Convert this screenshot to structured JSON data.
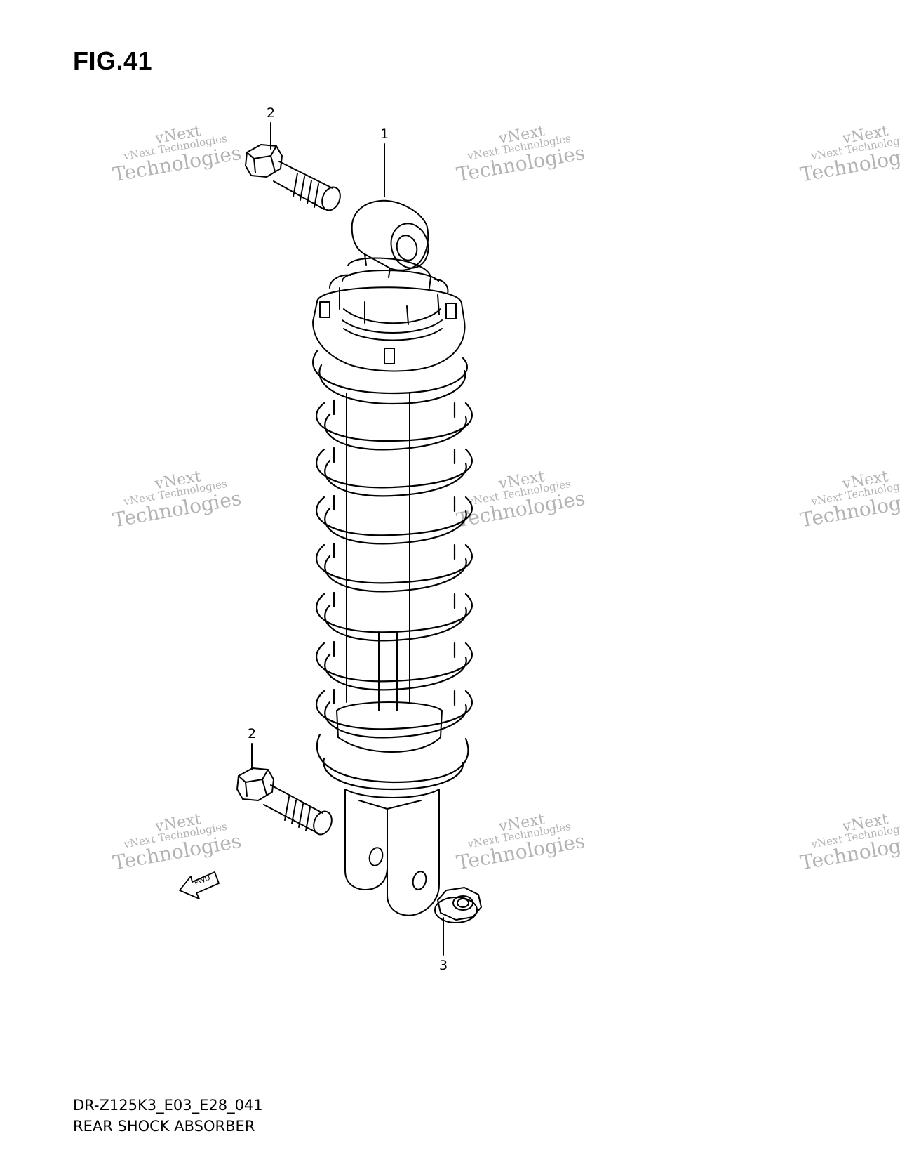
{
  "figure": {
    "title": "FIG.41"
  },
  "footer": {
    "model_code": "DR-Z125K3_E03_E28_041",
    "part_name": "REAR SHOCK ABSORBER"
  },
  "callouts": [
    {
      "id": "1",
      "label": "1"
    },
    {
      "id": "2",
      "label": "2"
    },
    {
      "id": "2b",
      "label": "2"
    },
    {
      "id": "3",
      "label": "3"
    }
  ],
  "direction_arrow": {
    "label": "FWD"
  },
  "watermark": {
    "line1": "vNext",
    "line2": "vNext Technologies",
    "line3": "Technologies"
  },
  "colors": {
    "line": "#000000",
    "watermark": "#9a9a9a",
    "background": "#ffffff"
  }
}
